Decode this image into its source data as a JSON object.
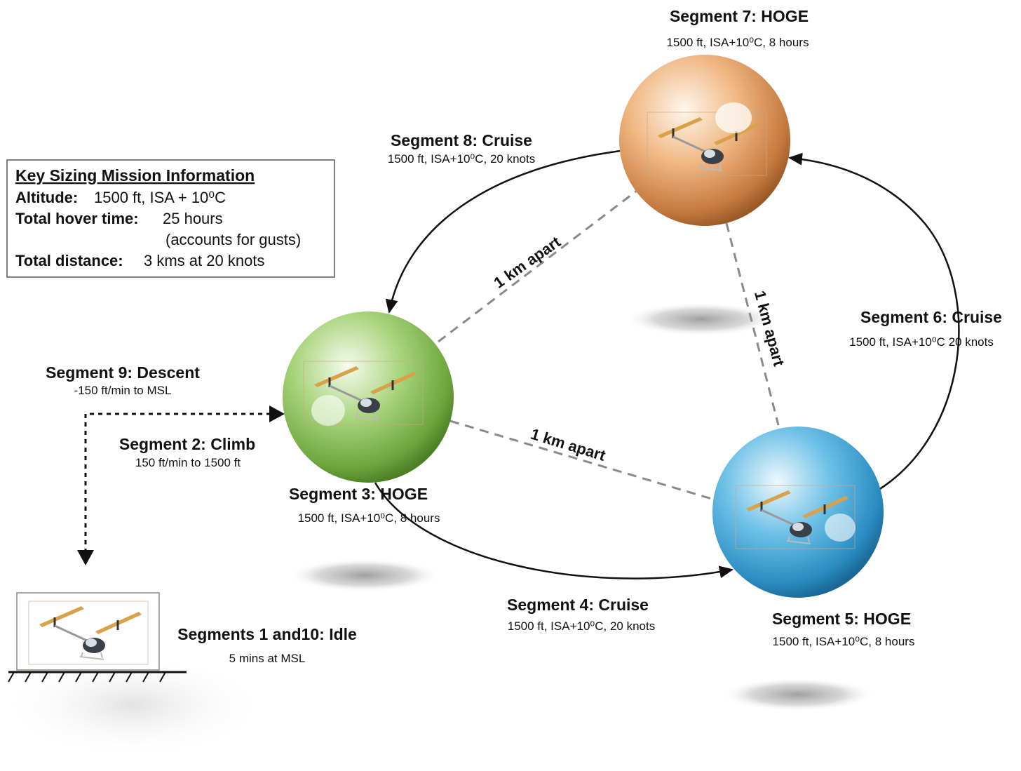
{
  "key_box": {
    "title": "Key Sizing Mission Information",
    "altitude_label": "Altitude:",
    "altitude_value": "1500 ft, ISA + 10⁰C",
    "hover_label": "Total hover time:",
    "hover_value": "25 hours",
    "hover_note": "(accounts for gusts)",
    "distance_label": "Total distance:",
    "distance_value": "3 kms at 20 knots"
  },
  "segments": {
    "seg7": {
      "title": "Segment 7: HOGE",
      "detail": "1500 ft, ISA+10⁰C, 8 hours"
    },
    "seg8": {
      "title": "Segment 8: Cruise",
      "detail": "1500 ft, ISA+10⁰C, 20 knots"
    },
    "seg6": {
      "title": "Segment 6: Cruise",
      "detail": "1500 ft, ISA+10⁰C  20 knots"
    },
    "seg9": {
      "title": "Segment 9: Descent",
      "detail": "-150 ft/min to MSL"
    },
    "seg2": {
      "title": "Segment 2: Climb",
      "detail": "150 ft/min to 1500 ft"
    },
    "seg3": {
      "title": "Segment 3:  HOGE",
      "detail": "1500 ft, ISA+10⁰C,     8 hours"
    },
    "seg4": {
      "title": "Segment 4: Cruise",
      "detail": "1500 ft, ISA+10⁰C, 20 knots"
    },
    "seg5": {
      "title": "Segment 5: HOGE",
      "detail": "1500 ft, ISA+10⁰C, 8 hours"
    },
    "seg1_10": {
      "title": "Segments 1 and10: Idle",
      "detail": "5 mins at MSL"
    }
  },
  "distances": {
    "d37": "1 km apart",
    "d75": "1 km apart",
    "d35": "1 km apart"
  },
  "colors": {
    "sphere_orange": "#e9a46c",
    "sphere_green": "#8fc45f",
    "sphere_blue": "#3fa4d6",
    "rotor_blade": "#d9a24a"
  }
}
